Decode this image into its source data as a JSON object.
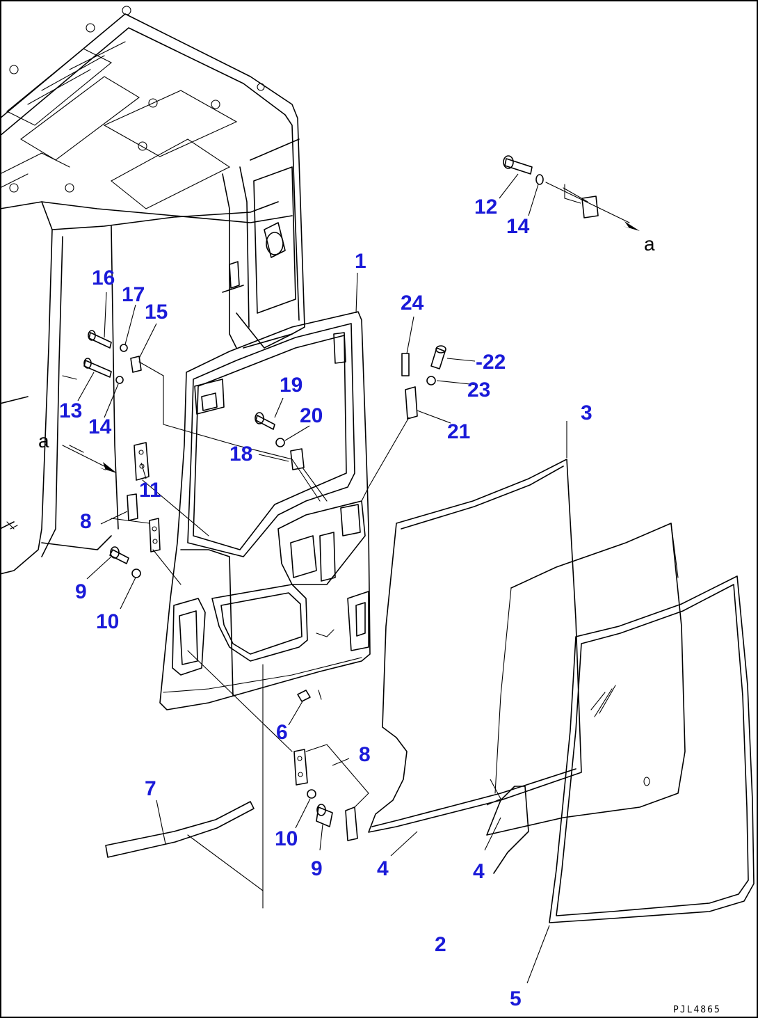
{
  "drawing_code": "PJL4865",
  "view_reference": "a",
  "callouts": [
    {
      "id": "c1",
      "label": "1"
    },
    {
      "id": "c2",
      "label": "2"
    },
    {
      "id": "c3",
      "label": "3"
    },
    {
      "id": "c4a",
      "label": "4"
    },
    {
      "id": "c4b",
      "label": "4"
    },
    {
      "id": "c5",
      "label": "5"
    },
    {
      "id": "c6",
      "label": "6"
    },
    {
      "id": "c7",
      "label": "7"
    },
    {
      "id": "c8a",
      "label": "8"
    },
    {
      "id": "c8b",
      "label": "8"
    },
    {
      "id": "c9a",
      "label": "9"
    },
    {
      "id": "c9b",
      "label": "9"
    },
    {
      "id": "c10a",
      "label": "10"
    },
    {
      "id": "c10b",
      "label": "10"
    },
    {
      "id": "c11",
      "label": "11"
    },
    {
      "id": "c12",
      "label": "12"
    },
    {
      "id": "c13",
      "label": "13"
    },
    {
      "id": "c14a",
      "label": "14"
    },
    {
      "id": "c14b",
      "label": "14"
    },
    {
      "id": "c15",
      "label": "15"
    },
    {
      "id": "c16",
      "label": "16"
    },
    {
      "id": "c17",
      "label": "17"
    },
    {
      "id": "c18",
      "label": "18"
    },
    {
      "id": "c19",
      "label": "19"
    },
    {
      "id": "c20",
      "label": "20"
    },
    {
      "id": "c21",
      "label": "21"
    },
    {
      "id": "c22",
      "label": "-22"
    },
    {
      "id": "c23",
      "label": "23"
    },
    {
      "id": "c24",
      "label": "24"
    }
  ]
}
